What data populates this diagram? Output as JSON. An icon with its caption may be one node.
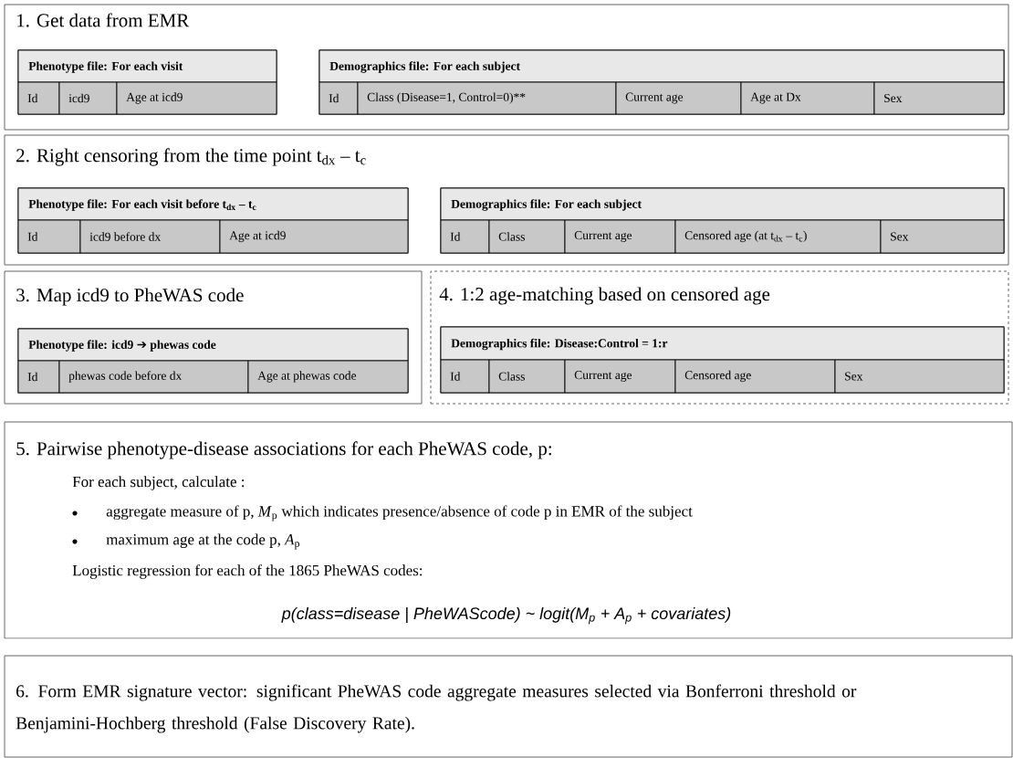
{
  "diagram": {
    "nodes": [
      {
        "text": [
          "1. Get data from EMR"
        ]
      },
      {
        "text": [
          "Phenotype file: For each visit",
          "Id",
          "icd9",
          "Age at icd9"
        ],
        "in": 0
      },
      {
        "text": [
          "Demographics file: For each subject",
          "Id",
          "Class (Disease=1, Control=0)**",
          "Current age",
          "Age at Dx",
          "Sex"
        ],
        "in": 0
      },
      {
        "text": [
          "2. Right censoring from the time point t$_{dx}$ – t$_{c}$"
        ]
      },
      {
        "text": [
          "Phenotype file: For each visit before t$_{dx}$ – t$_{c}$",
          "Id",
          "icd9 before dx",
          "Age at icd9"
        ],
        "in": 3
      },
      {
        "text": [
          "Demographics file: For each subject",
          "Id",
          "Class",
          "Current age",
          "Censored age (at t$_{dx}$ – t$_{c}$)",
          "Sex"
        ],
        "in": 3
      },
      {
        "text": [
          "3. Map icd9 to PheWAS code"
        ]
      },
      {
        "text": [
          "Phenotype file: icd9 ➔ phewas code",
          "Id",
          "phewas code before dx",
          "Age at phewas code"
        ],
        "in": 6
      },
      {
        "text": [
          "4. 1:2 age-matching based on censored age"
        ]
      },
      {
        "text": [
          "Demographics file: Disease:Control = 1:r",
          "Id",
          "Class",
          "Current age",
          "Censored age",
          "Sex"
        ],
        "in": 8
      },
      {
        "text": [
          "5. Pairwise phenotype-disease associations for each PheWAS code, p:",
          "For each subject, calculate :",
          "aggregate measure of p, *M*$_{p}$ which indicates presence/absence of code p in EMR of the subject",
          "maximum age at the code p, *A*$_{p}$",
          "Logistic regression for each of the 1865 PheWAS codes:",
          "p(class=disease | PheWAScode) ~ logit(M$_{p}$ + A$_{p}$ + covariates)"
        ]
      },
      {
        "text": [
          "6. Form EMR signature vector: significant PheWAS code aggregate measures selected via Bonferroni threshold or Benjamini-Hochberg threshold (False Discovery Rate)."
        ]
      }
    ]
  }
}
